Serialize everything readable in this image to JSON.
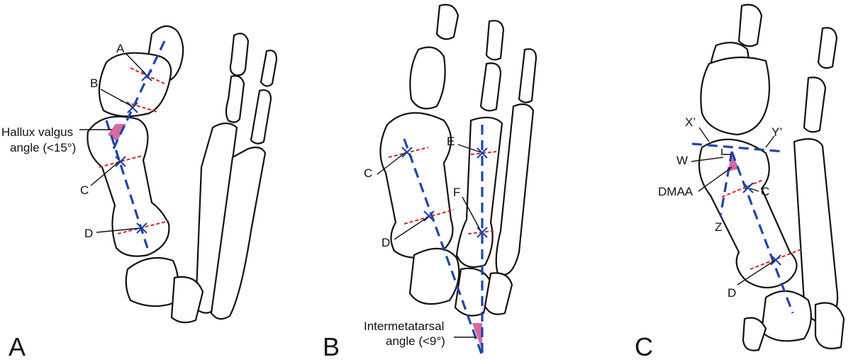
{
  "panels": [
    {
      "letter": "A",
      "labels": {
        "a": "A",
        "b": "B",
        "hva_1": "Hallux valgus",
        "hva_2": "angle (<15°)",
        "c": "C",
        "d": "D"
      }
    },
    {
      "letter": "B",
      "labels": {
        "c": "C",
        "d": "D",
        "e": "E",
        "f": "F",
        "ima_1": "Intermetatarsal",
        "ima_2": "angle (<9°)"
      }
    },
    {
      "letter": "C",
      "labels": {
        "x": "X’",
        "y": "Y’",
        "w": "W",
        "dmaa": "DMAA",
        "c": "C",
        "z": "Z",
        "d": "D"
      }
    }
  ],
  "colors": {
    "axis": "#1f45a8",
    "reference": "#d0262a",
    "angle": "#d46aa0"
  }
}
